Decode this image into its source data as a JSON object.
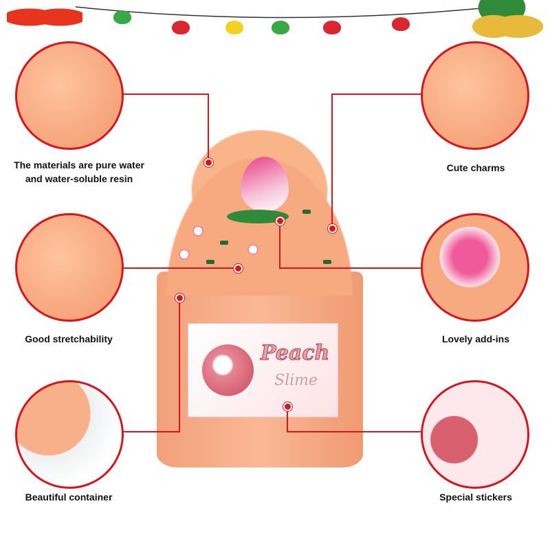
{
  "callouts": {
    "materials": "The materials are pure water and water-soluble resin",
    "materials_line1": "The materials are pure water",
    "materials_line2": "and water-soluble resin",
    "stretch": "Good stretchability",
    "container": "Beautiful container",
    "charms": "Cute charms",
    "addins": "Lovely add-ins",
    "stickers": "Special stickers"
  },
  "sticker": {
    "line1": "Peach",
    "line2": "Slime"
  },
  "colors": {
    "accent": "#d8141c",
    "slime": "#f7a97f",
    "sprinkle": "#1f6b32"
  }
}
